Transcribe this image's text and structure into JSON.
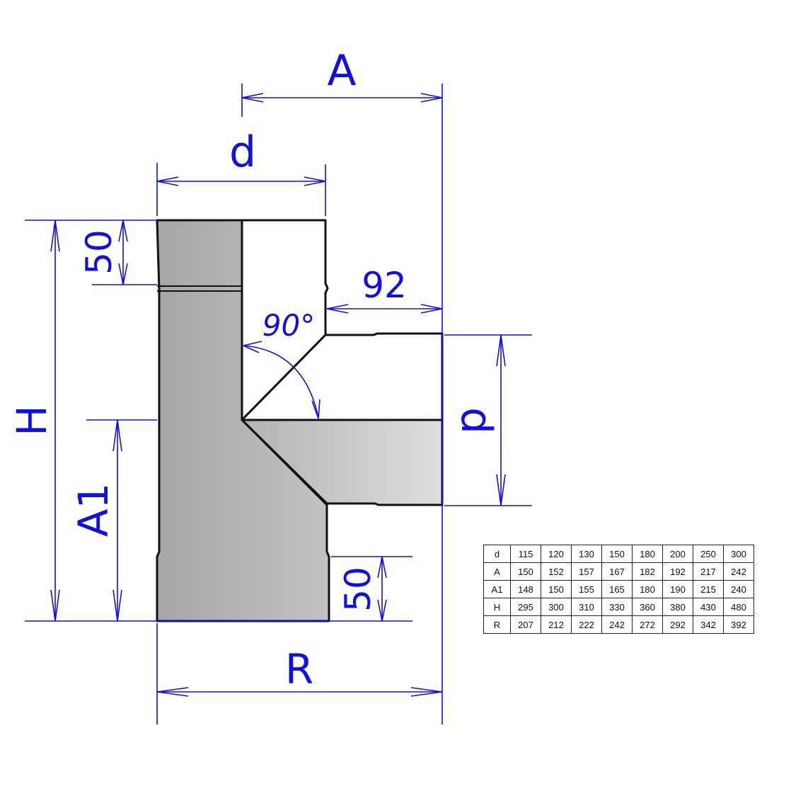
{
  "labels": {
    "A": "A",
    "d_top": "d",
    "d_side": "d",
    "H": "H",
    "A1": "A1",
    "R": "R",
    "socket_top": "50",
    "socket_bottom": "50",
    "branch_offset": "92",
    "angle": "90°"
  },
  "colors": {
    "dimension": "#1010e0",
    "body_dark": "#a9a9a9",
    "body_light": "#d9d9d9",
    "outline": "#111111"
  },
  "table": {
    "rows": [
      {
        "head": "d",
        "cells": [
          "115",
          "120",
          "130",
          "150",
          "180",
          "200",
          "250",
          "300"
        ]
      },
      {
        "head": "A",
        "cells": [
          "150",
          "152",
          "157",
          "167",
          "182",
          "192",
          "217",
          "242"
        ]
      },
      {
        "head": "A1",
        "cells": [
          "148",
          "150",
          "155",
          "165",
          "180",
          "190",
          "215",
          "240"
        ]
      },
      {
        "head": "H",
        "cells": [
          "295",
          "300",
          "310",
          "330",
          "360",
          "380",
          "430",
          "480"
        ]
      },
      {
        "head": "R",
        "cells": [
          "207",
          "212",
          "222",
          "242",
          "272",
          "292",
          "342",
          "392"
        ]
      }
    ]
  }
}
